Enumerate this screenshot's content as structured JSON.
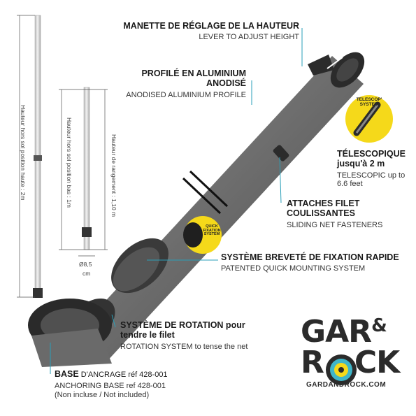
{
  "dimensions": {
    "high": "Hauteur hors sol position haute : 2m",
    "low": "Hauteur hors sol position bas : 1m",
    "storage": "Hauteur de rangement : 1,10 m",
    "diameter": "Ø8,5",
    "diameter_unit": "cm"
  },
  "callouts": {
    "lever": {
      "fr": "MANETTE DE RÉGLAGE DE LA HAUTEUR",
      "en": "LEVER TO ADJUST HEIGHT"
    },
    "profile": {
      "fr1": "PROFILÉ EN ALUMINIUM",
      "fr2": "ANODISÉ",
      "en": "ANODISED ALUMINIUM PROFILE"
    },
    "telescopic": {
      "fr1": "TÉLESCOPIQUE",
      "fr2": "jusqu'à 2 m",
      "en1": "TELESCOPIC up to",
      "en2": "6.6 feet"
    },
    "fasteners": {
      "fr1": "ATTACHES FILET",
      "fr2": "COULISSANTES",
      "en": "SLIDING NET FASTENERS"
    },
    "mounting": {
      "fr": "SYSTÈME BREVETÉ DE FIXATION RAPIDE",
      "en": "PATENTED QUICK MOUNTING SYSTEM"
    },
    "rotation": {
      "fr1": "SYSTÈME DE ROTATION pour",
      "fr2": "tendre le filet",
      "en": "ROTATION SYSTEM to tense the net"
    },
    "base": {
      "fr_bold": "BASE",
      "fr_rest": " D'ANCRAGE réf 428-001",
      "en1": "ANCHORING BASE ref 428-001",
      "en2": "(Non incluse / Not included)"
    }
  },
  "badges": {
    "telescop_1": "TELESCOP'",
    "telescop_2": "SYSTEM",
    "quick_1": "QUICK",
    "quick_2": "FIXATION",
    "quick_3": "SYSTEM"
  },
  "brand": {
    "line1": "GAR",
    "amp": "&",
    "line2a": "R",
    "line2b": "CK",
    "url": "GARDANDROCK.COM"
  },
  "colors": {
    "accent": "#f5d91a",
    "pole": "#7a7a7a",
    "dark": "#2b2b2b",
    "leader": "#2a9fb8"
  }
}
